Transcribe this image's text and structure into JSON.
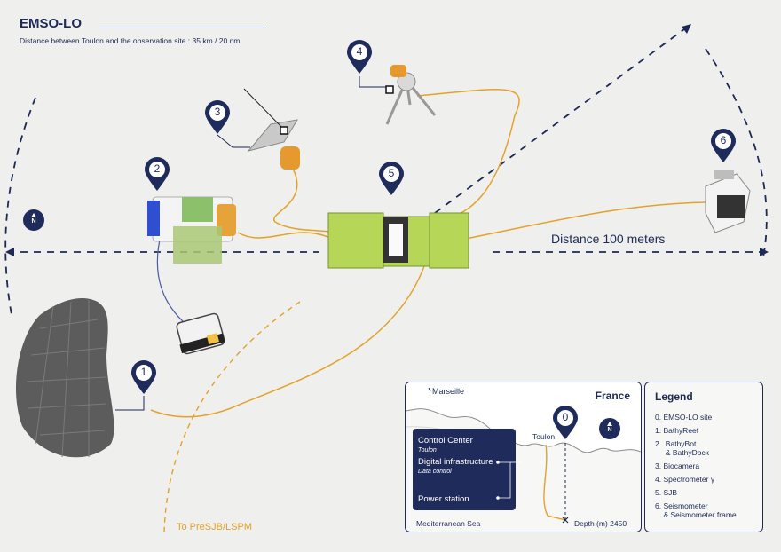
{
  "header": {
    "title": "EMSO-LO",
    "subtitle": "Distance between Toulon and the observation site : 35 km / 20 nm"
  },
  "labels": {
    "distance": "Distance 100 meters",
    "presjb": "To PreSJB/LSPM",
    "north": "N"
  },
  "pins": [
    "1",
    "2",
    "3",
    "4",
    "5",
    "6"
  ],
  "map": {
    "country": "France",
    "city_marseille": "Marseille",
    "city_toulon": "Toulon",
    "sea": "Mediterranean Sea",
    "depth": "Depth (m) 2450",
    "site_pin": "0",
    "north": "N",
    "control_center": {
      "line1": "Control Center",
      "line1_sub": "Toulon",
      "line2": "Digital infrastructure",
      "line2_sub": "Data control",
      "line3": "Power station"
    }
  },
  "legend": {
    "title": "Legend",
    "items": [
      "0. EMSO-LO site",
      "1. BathyReef",
      "2.  BathyBot\n     & BathyDock",
      "3. Biocamera",
      "4. Spectrometer γ",
      "5. SJB",
      "6. Seismometer\n    & Seismometer frame"
    ]
  },
  "colors": {
    "navy": "#1d2a57",
    "cable": "#e4a22a",
    "background": "#efefed",
    "sjb_green": "#b6d657"
  }
}
